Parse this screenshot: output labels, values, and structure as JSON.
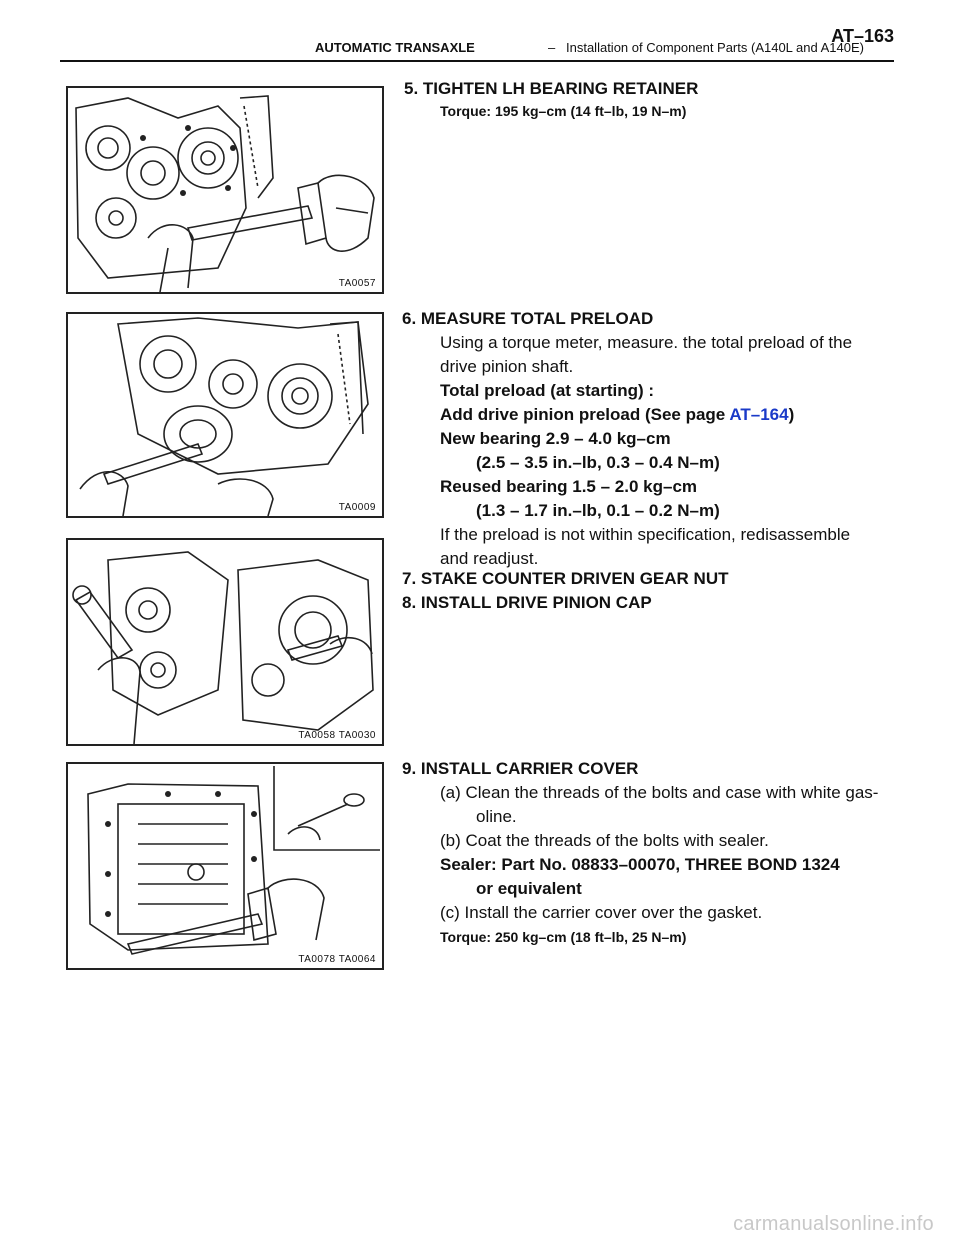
{
  "header": {
    "chapter": "AUTOMATIC TRANSAXLE",
    "dash": "–",
    "section": "Installation of Component Parts (A140L and A140E)",
    "page": "AT–163"
  },
  "figures": {
    "f1": {
      "code": "TA0057"
    },
    "f2": {
      "code": "TA0009"
    },
    "f3": {
      "code": "TA0058 TA0030"
    },
    "f4": {
      "code": "TA0078 TA0064"
    }
  },
  "step5": {
    "heading": "5. TIGHTEN LH BEARING RETAINER",
    "torque": "Torque: 195 kg–cm (14 ft–lb, 19 N–m)"
  },
  "step6": {
    "heading": "6. MEASURE  TOTAL PRELOAD",
    "line1": "Using a torque meter, measure. the total preload of the",
    "line2": "drive pinion shaft.",
    "total": "Total preload (at starting) :",
    "add_prefix": "Add drive pinion preload (See page ",
    "add_link": "AT–164",
    "add_suffix": ")",
    "new": "New bearing 2.9 – 4.0 kg–cm",
    "new_conv": "(2.5 – 3.5 in.–lb, 0.3 – 0.4 N–m)",
    "reused": "Reused bearing 1.5 – 2.0 kg–cm",
    "reused_conv": "(1.3 – 1.7 in.–lb, 0.1 – 0.2 N–m)",
    "note1": "If the preload is not within specification, redisassemble",
    "note2": "and readjust."
  },
  "step7": {
    "heading": "7. STAKE COUNTER DRIVEN GEAR NUT"
  },
  "step8": {
    "heading": "8. INSTALL DRIVE PINION CAP"
  },
  "step9": {
    "heading": "9. INSTALL CARRIER COVER",
    "a1": "(a) Clean the threads of the bolts and case with white gas-",
    "a2": "oline.",
    "b": "(b) Coat the threads of the bolts with sealer.",
    "sealer1": "Sealer: Part No. 08833–00070, THREE BOND 1324",
    "sealer2": "or equivalent",
    "c": "(c) Install the carrier cover over the gasket.",
    "torque": "Torque: 250 kg–cm (18 ft–lb, 25 N–m)"
  },
  "watermark": "carmanualsonline.info"
}
